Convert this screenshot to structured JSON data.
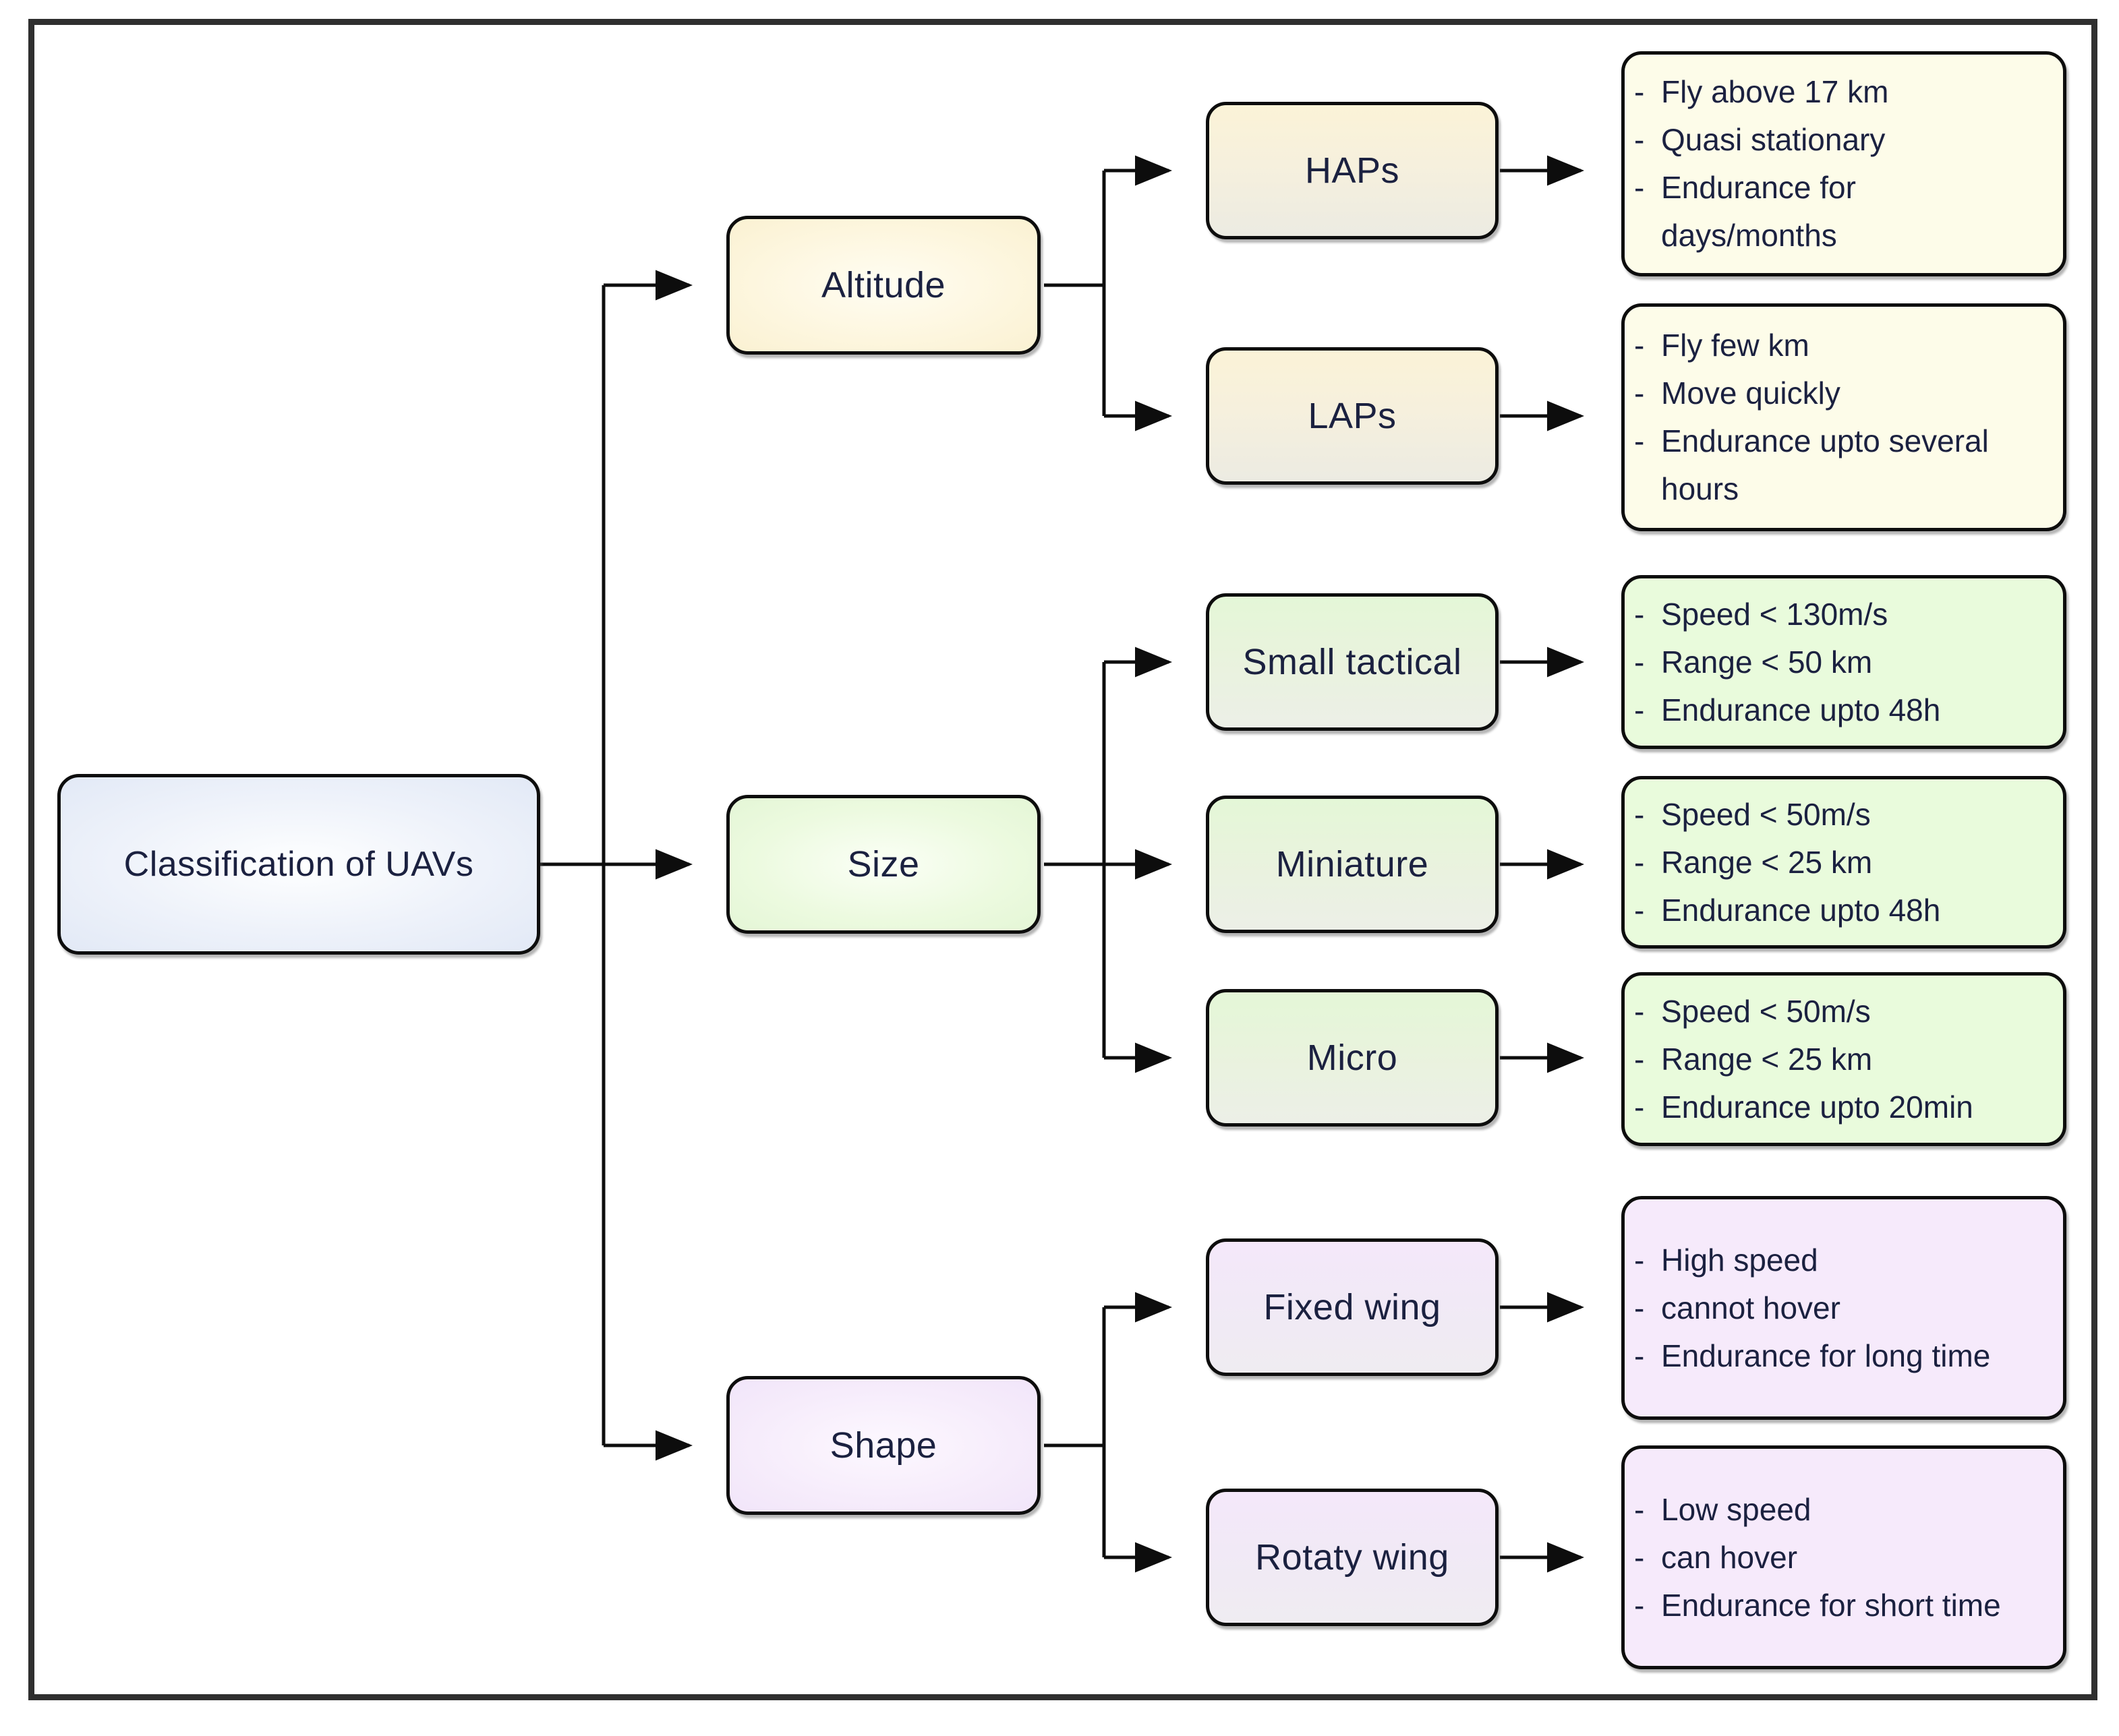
{
  "diagram": {
    "bullet": "-",
    "root": {
      "label": "Classification of UAVs"
    },
    "branches": [
      {
        "label": "Altitude",
        "children": [
          {
            "label": "HAPs",
            "details": [
              "Fly above 17 km",
              "Quasi stationary",
              "Endurance for days/months"
            ]
          },
          {
            "label": "LAPs",
            "details": [
              "Fly few km",
              "Move quickly",
              "Endurance upto several hours"
            ]
          }
        ]
      },
      {
        "label": "Size",
        "children": [
          {
            "label": "Small tactical",
            "details": [
              "Speed < 130m/s",
              "Range < 50 km",
              "Endurance upto 48h"
            ]
          },
          {
            "label": "Miniature",
            "details": [
              "Speed < 50m/s",
              "Range < 25 km",
              "Endurance upto 48h"
            ]
          },
          {
            "label": "Micro",
            "details": [
              "Speed < 50m/s",
              "Range < 25 km",
              "Endurance upto 20min"
            ]
          }
        ]
      },
      {
        "label": "Shape",
        "children": [
          {
            "label": "Fixed wing",
            "details": [
              "High speed",
              "cannot hover",
              "Endurance for long time"
            ]
          },
          {
            "label": "Rotaty wing",
            "details": [
              "Low speed",
              "can hover",
              "Endurance for short time"
            ]
          }
        ]
      }
    ],
    "colors": {
      "root_fill": "#e2e9f6",
      "altitude_fill": "#faf1d2",
      "size_fill": "#e4f6d6",
      "shape_fill": "#f1e5f9",
      "altitude_desc_fill": "#fdfce9",
      "size_desc_fill": "#e9fbdc",
      "shape_desc_fill": "#f6eafb",
      "line_color": "#0d0d0d",
      "text_color": "#1b2140"
    }
  }
}
